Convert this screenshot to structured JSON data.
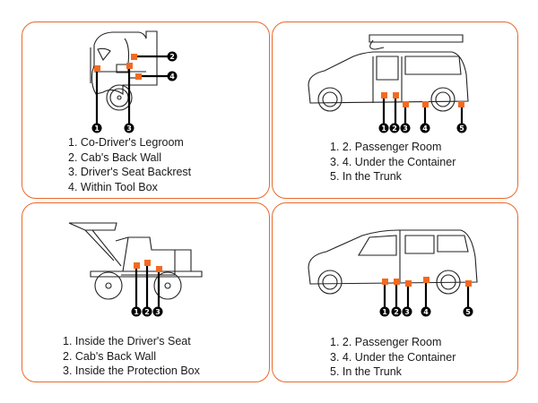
{
  "accent_color": "#e8692a",
  "marker_color": "#f26a21",
  "panels": [
    {
      "vehicle": "truck-cab",
      "badges": [
        "1",
        "2",
        "3",
        "4"
      ],
      "items": [
        "1. Co-Driver's Legroom",
        "2. Cab's Back Wall",
        "3. Driver's Seat Backrest",
        "4. Within Tool Box"
      ]
    },
    {
      "vehicle": "van-with-roof-box",
      "badges": [
        "1",
        "2",
        "3",
        "4",
        "5"
      ],
      "items": [
        "1. 2. Passenger Room",
        "3. 4. Under the Container",
        "5. In the Trunk"
      ]
    },
    {
      "vehicle": "harvester",
      "badges": [
        "1",
        "2",
        "3"
      ],
      "items": [
        "1. Inside the Driver's Seat",
        "2. Cab's Back Wall",
        "3. Inside the Protection Box"
      ]
    },
    {
      "vehicle": "minivan",
      "badges": [
        "1",
        "2",
        "3",
        "4",
        "5"
      ],
      "items": [
        "1. 2. Passenger Room",
        "3. 4. Under the Container",
        "5. In the Trunk"
      ]
    }
  ]
}
